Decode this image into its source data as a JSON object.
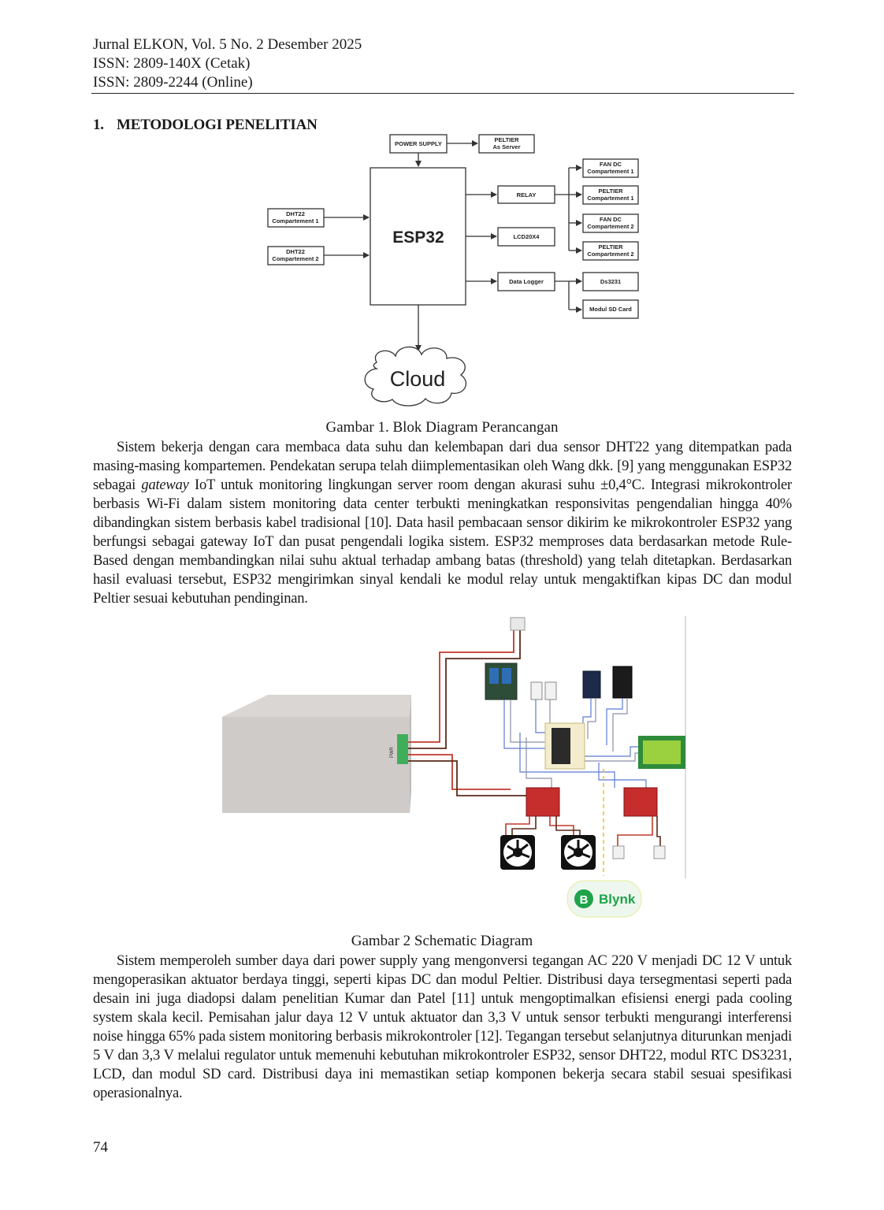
{
  "header": {
    "journal": "Jurnal ELKON, Vol. 5 No. 2 Desember 2025",
    "issn_print": "ISSN: 2809-140X (Cetak)",
    "issn_online": "ISSN: 2809-2244 (Online)"
  },
  "section": {
    "number": "1.",
    "title": "METODOLOGI PENELITIAN"
  },
  "figure1": {
    "caption": "Gambar 1. Blok Diagram Perancangan",
    "blocks": {
      "power_supply": "POWER SUPPLY",
      "peltier_server_1": "PELTIER",
      "peltier_server_2": "As Server",
      "esp32": "ESP32",
      "dht_a_1": "DHT22",
      "dht_a_2": "Compartement 1",
      "dht_b_1": "DHT22",
      "dht_b_2": "Compartement 2",
      "relay": "RELAY",
      "lcd": "LCD20X4",
      "data_logger": "Data Logger",
      "fan1_1": "FAN DC",
      "fan1_2": "Compartement  1",
      "pel1_1": "PELTIER",
      "pel1_2": "Compartement  1",
      "fan2_1": "FAN DC",
      "fan2_2": "Compartement  2",
      "pel2_1": "PELTIER",
      "pel2_2": "Compartement  2",
      "ds3231": "Ds3231",
      "sdcard": "Modul SD Card",
      "cloud": "Cloud"
    }
  },
  "paragraph1": {
    "a": "Sistem bekerja dengan cara membaca data suhu dan kelembapan dari dua sensor DHT22 yang ditempatkan pada masing-masing kompartemen. Pendekatan serupa telah diimplementasikan oleh Wang dkk. [9] yang menggunakan ESP32 sebagai ",
    "em": "gateway",
    "b": " IoT untuk monitoring lingkungan server room dengan akurasi suhu ±0,4°C. Integrasi mikrokontroler berbasis Wi-Fi dalam sistem monitoring data center terbukti meningkatkan responsivitas pengendalian hingga 40% dibandingkan sistem berbasis kabel tradisional [10]. Data hasil pembacaan sensor dikirim ke mikrokontroler ESP32 yang berfungsi sebagai gateway IoT dan pusat pengendali logika sistem. ESP32 memproses data berdasarkan metode Rule-Based dengan membandingkan nilai suhu aktual terhadap ambang batas (threshold) yang telah ditetapkan. Berdasarkan hasil evaluasi tersebut, ESP32 mengirimkan sinyal kendali ke modul relay untuk mengaktifkan kipas DC dan modul Peltier sesuai kebutuhan pendinginan."
  },
  "figure2": {
    "caption": "Gambar 2 Schematic Diagram",
    "blynk_label": "Blynk",
    "blynk_badge": "B"
  },
  "paragraph2": "Sistem memperoleh sumber daya dari power supply yang mengonversi tegangan AC 220 V menjadi DC 12 V untuk mengoperasikan aktuator berdaya tinggi, seperti kipas DC dan modul Peltier. Distribusi daya tersegmentasi seperti pada desain ini juga diadopsi dalam penelitian Kumar dan Patel [11] untuk mengoptimalkan efisiensi energi pada cooling system skala kecil. Pemisahan jalur daya 12 V untuk aktuator dan 3,3 V untuk sensor terbukti mengurangi interferensi noise hingga 65% pada sistem monitoring berbasis mikrokontroler [12]. Tegangan tersebut selanjutnya diturunkan menjadi 5 V dan 3,3 V melalui regulator untuk memenuhi kebutuhan mikrokontroler ESP32, sensor DHT22, modul RTC DS3231, LCD, dan modul SD card. Distribusi daya ini memastikan setiap komponen bekerja secara stabil sesuai spesifikasi operasionalnya.",
  "page_number": "74"
}
